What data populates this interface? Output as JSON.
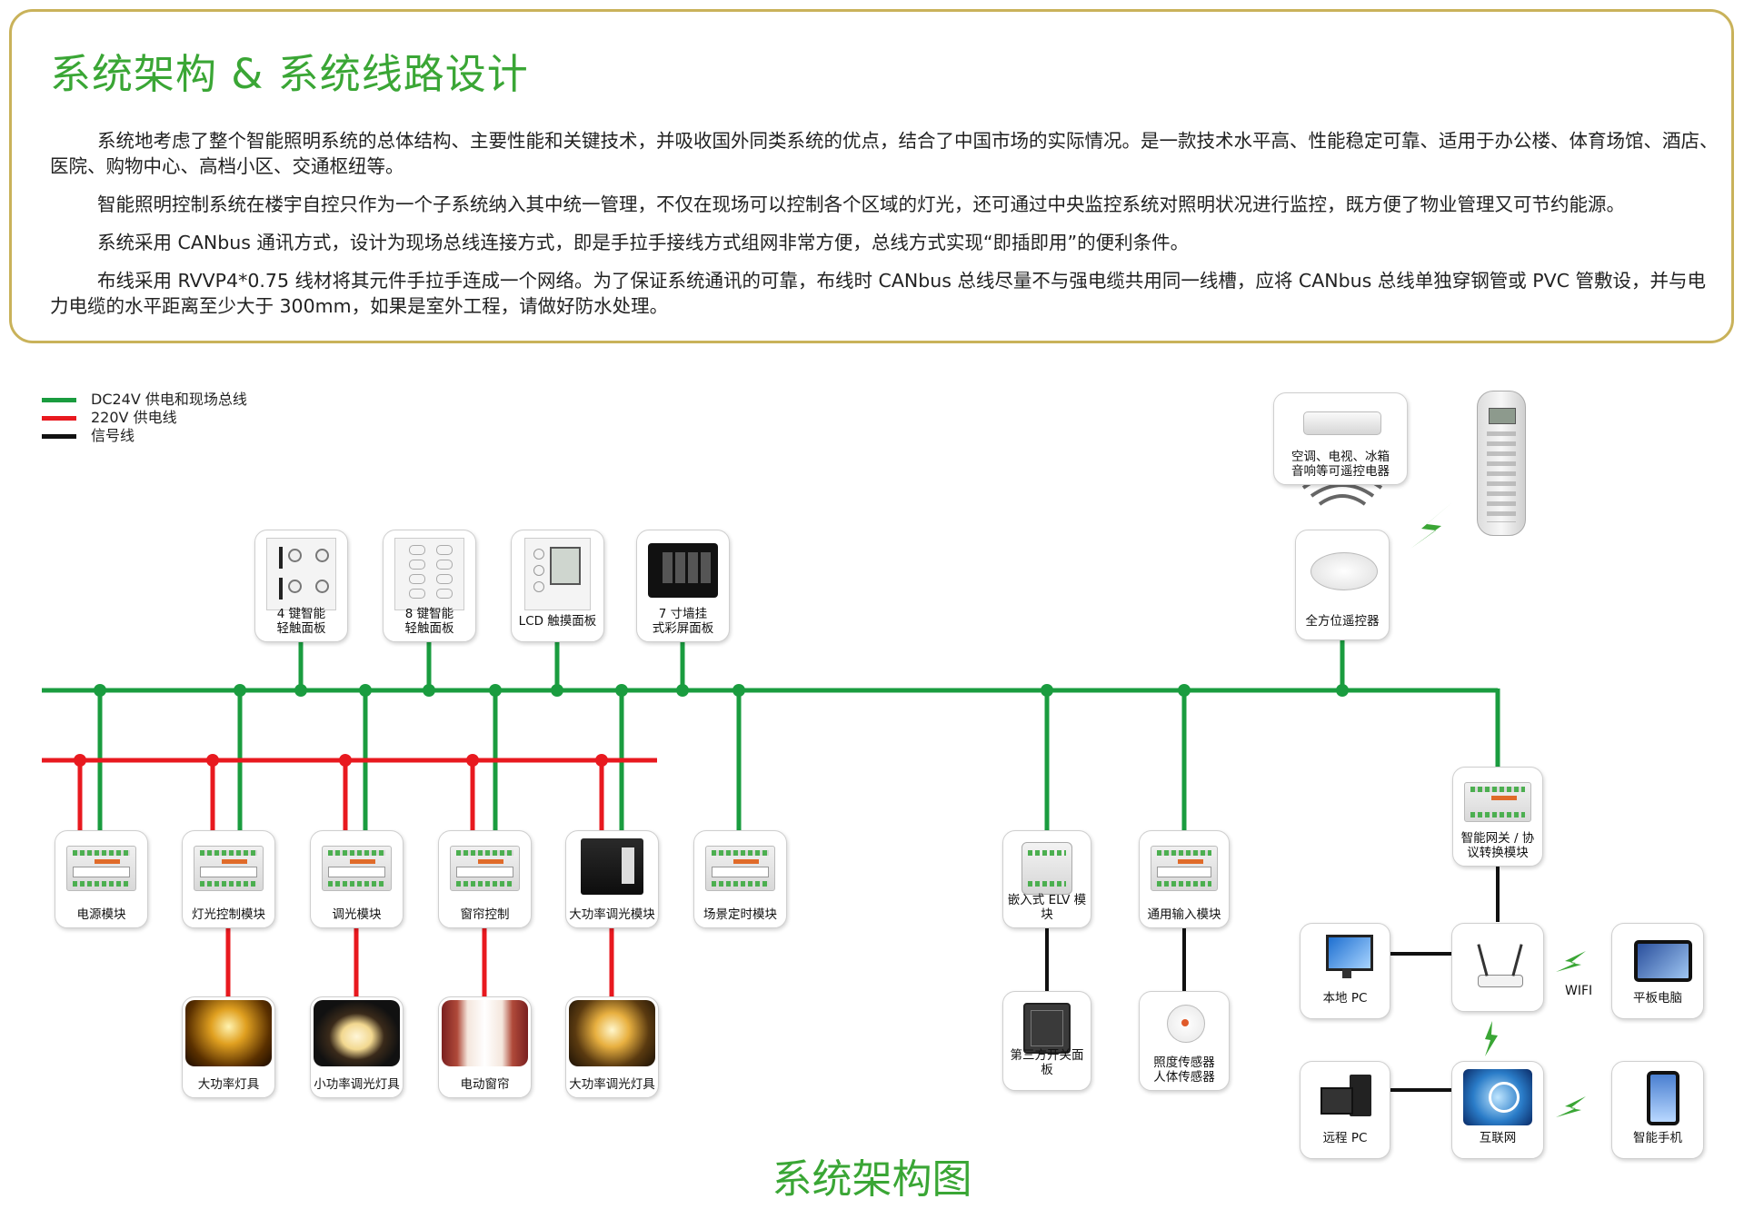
{
  "header": {
    "title": "系统架构 & 系统线路设计",
    "paragraphs": [
      "系统地考虑了整个智能照明系统的总体结构、主要性能和关键技术，并吸收国外同类系统的优点，结合了中国市场的实际情况。是一款技术水平高、性能稳定可靠、适用于办公楼、体育场馆、酒店、医院、购物中心、高档小区、交通枢纽等。",
      "智能照明控制系统在楼宇自控只作为一个子系统纳入其中统一管理，不仅在现场可以控制各个区域的灯光，还可通过中央监控系统对照明状况进行监控，既方便了物业管理又可节约能源。",
      "系统采用 CANbus 通讯方式，设计为现场总线连接方式，即是手拉手接线方式组网非常方便，总线方式实现“即插即用”的便利条件。",
      "布线采用 RVVP4*0.75 线材将其元件手拉手连成一个网络。为了保证系统通讯的可靠，布线时 CANbus 总线尽量不与强电缆共用同一线槽，应将 CANbus 总线单独穿钢管或 PVC 管敷设，并与电力电缆的水平距离至少大于 300mm，如果是室外工程，请做好防水处理。"
    ]
  },
  "legend": [
    {
      "label": "DC24V 供电和现场总线",
      "color": "#1a9c3f"
    },
    {
      "label": "220V 供电线",
      "color": "#e8191f"
    },
    {
      "label": "信号线",
      "color": "#111111"
    }
  ],
  "panels": {
    "key4": "4 键智能\n轻触面板",
    "key8": "8 键智能\n轻触面板",
    "lcd": "LCD 触摸面板",
    "screen7": "7 寸墙挂\n式彩屏面板",
    "remote_target": "空调、电视、冰箱\n音响等可遥控电器",
    "ir_remote": "全方位遥控器"
  },
  "modules": {
    "power": "电源模块",
    "light_ctrl": "灯光控制模块",
    "dimmer": "调光模块",
    "curtain_ctrl": "窗帘控制",
    "hp_dimmer": "大功率调光模块",
    "scene_timer": "场景定时模块",
    "elv": "嵌入式 ELV 模块",
    "input": "通用输入模块",
    "gateway": "智能网关 / 协\n议转换模块"
  },
  "loads": {
    "hp_lamp": "大功率灯具",
    "lp_lamp": "小功率调光灯具",
    "curtain": "电动窗帘",
    "hp_dim_lamp": "大功率调光灯具",
    "third_switch": "第三方开关面板",
    "sensor": "照度传感器\n人体传感器"
  },
  "network": {
    "local_pc": "本地 PC",
    "remote_pc": "远程 PC",
    "internet": "互联网",
    "tablet": "平板电脑",
    "phone": "智能手机",
    "wifi": "WIFI"
  },
  "colors": {
    "green": "#1a9c3f",
    "red": "#e8191f",
    "black": "#111111",
    "accent": "#3aa635",
    "frame": "#c9b25a"
  },
  "footer_title": "系统架构图"
}
